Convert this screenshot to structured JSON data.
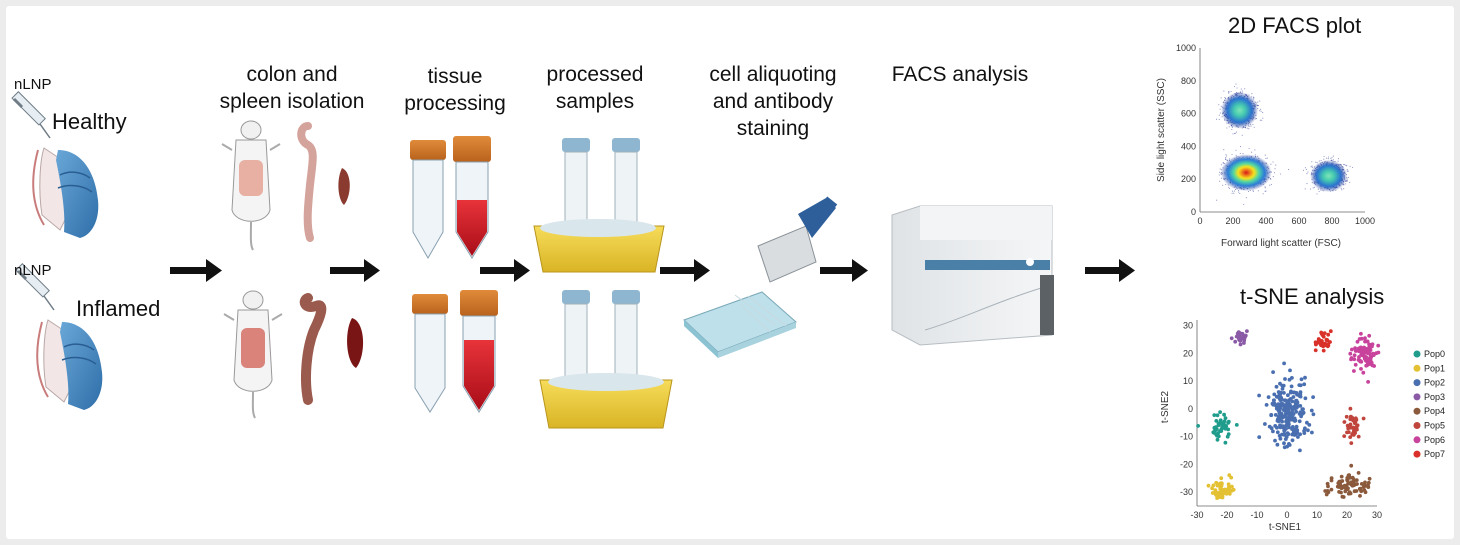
{
  "conditions": {
    "healthy": {
      "tag": "nLNP",
      "label": "Healthy"
    },
    "inflamed": {
      "tag": "nLNP",
      "label": "Inflamed"
    }
  },
  "steps": {
    "isolation": [
      "colon and",
      "spleen isolation"
    ],
    "processing": [
      "tissue",
      "processing"
    ],
    "samples": [
      "processed",
      "samples"
    ],
    "staining": [
      "cell aliquoting",
      "and antibody",
      "staining"
    ],
    "facs": [
      "FACS analysis"
    ]
  },
  "facs_plot": {
    "title": "2D FACS plot",
    "xlabel": "Forward light scatter (FSC)",
    "ylabel": "Side light scatter (SSC)",
    "xticks": [
      "0",
      "200",
      "400",
      "600",
      "800",
      "1000"
    ],
    "yticks": [
      "0",
      "200",
      "400",
      "600",
      "800",
      "1000"
    ]
  },
  "tsne": {
    "title": "t-SNE analysis",
    "xlabel": "t-SNE1",
    "ylabel": "t-SNE2",
    "xticks": [
      "-30",
      "-20",
      "-10",
      "0",
      "10",
      "20",
      "30"
    ],
    "yticks": [
      "30",
      "20",
      "10",
      "0",
      "-10",
      "-20",
      "-30"
    ],
    "legend": [
      {
        "name": "Pop0",
        "color": "#1f9c8c"
      },
      {
        "name": "Pop1",
        "color": "#e3c133"
      },
      {
        "name": "Pop2",
        "color": "#4a6fb0"
      },
      {
        "name": "Pop3",
        "color": "#8a5aa6"
      },
      {
        "name": "Pop4",
        "color": "#8b5a3c"
      },
      {
        "name": "Pop5",
        "color": "#c0453c"
      },
      {
        "name": "Pop6",
        "color": "#c8439c"
      },
      {
        "name": "Pop7",
        "color": "#d9302a"
      }
    ]
  },
  "chart_data": [
    {
      "type": "scatter",
      "title": "2D FACS plot",
      "xlabel": "Forward light scatter (FSC)",
      "ylabel": "Side light scatter (SSC)",
      "xlim": [
        0,
        1000
      ],
      "ylim": [
        0,
        1000
      ],
      "series": [
        {
          "center": [
            280,
            240
          ],
          "spread": [
            110,
            80
          ]
        },
        {
          "center": [
            240,
            620
          ],
          "spread": [
            80,
            80
          ]
        },
        {
          "center": [
            780,
            220
          ],
          "spread": [
            80,
            70
          ]
        }
      ]
    },
    {
      "type": "scatter",
      "title": "t-SNE analysis",
      "xlabel": "t-SNE1",
      "ylabel": "t-SNE2",
      "xlim": [
        -30,
        30
      ],
      "ylim": [
        -35,
        32
      ],
      "series": [
        {
          "name": "Pop0",
          "center": [
            -22,
            -6
          ],
          "spread": [
            3.5,
            4
          ],
          "n": 45
        },
        {
          "name": "Pop1",
          "center": [
            -21,
            -29
          ],
          "spread": [
            3.5,
            3.5
          ],
          "n": 50
        },
        {
          "name": "Pop2",
          "center": [
            0,
            -2
          ],
          "spread": [
            6,
            11
          ],
          "n": 230
        },
        {
          "name": "Pop3",
          "center": [
            -15,
            26
          ],
          "spread": [
            2.5,
            2.5
          ],
          "n": 25
        },
        {
          "name": "Pop4",
          "center": [
            20,
            -28
          ],
          "spread": [
            7,
            4
          ],
          "n": 80
        },
        {
          "name": "Pop5",
          "center": [
            22,
            -6
          ],
          "spread": [
            2.5,
            5
          ],
          "n": 40
        },
        {
          "name": "Pop6",
          "center": [
            26,
            20
          ],
          "spread": [
            4,
            5
          ],
          "n": 90
        },
        {
          "name": "Pop7",
          "center": [
            12,
            24
          ],
          "spread": [
            3,
            3
          ],
          "n": 35
        }
      ]
    }
  ]
}
